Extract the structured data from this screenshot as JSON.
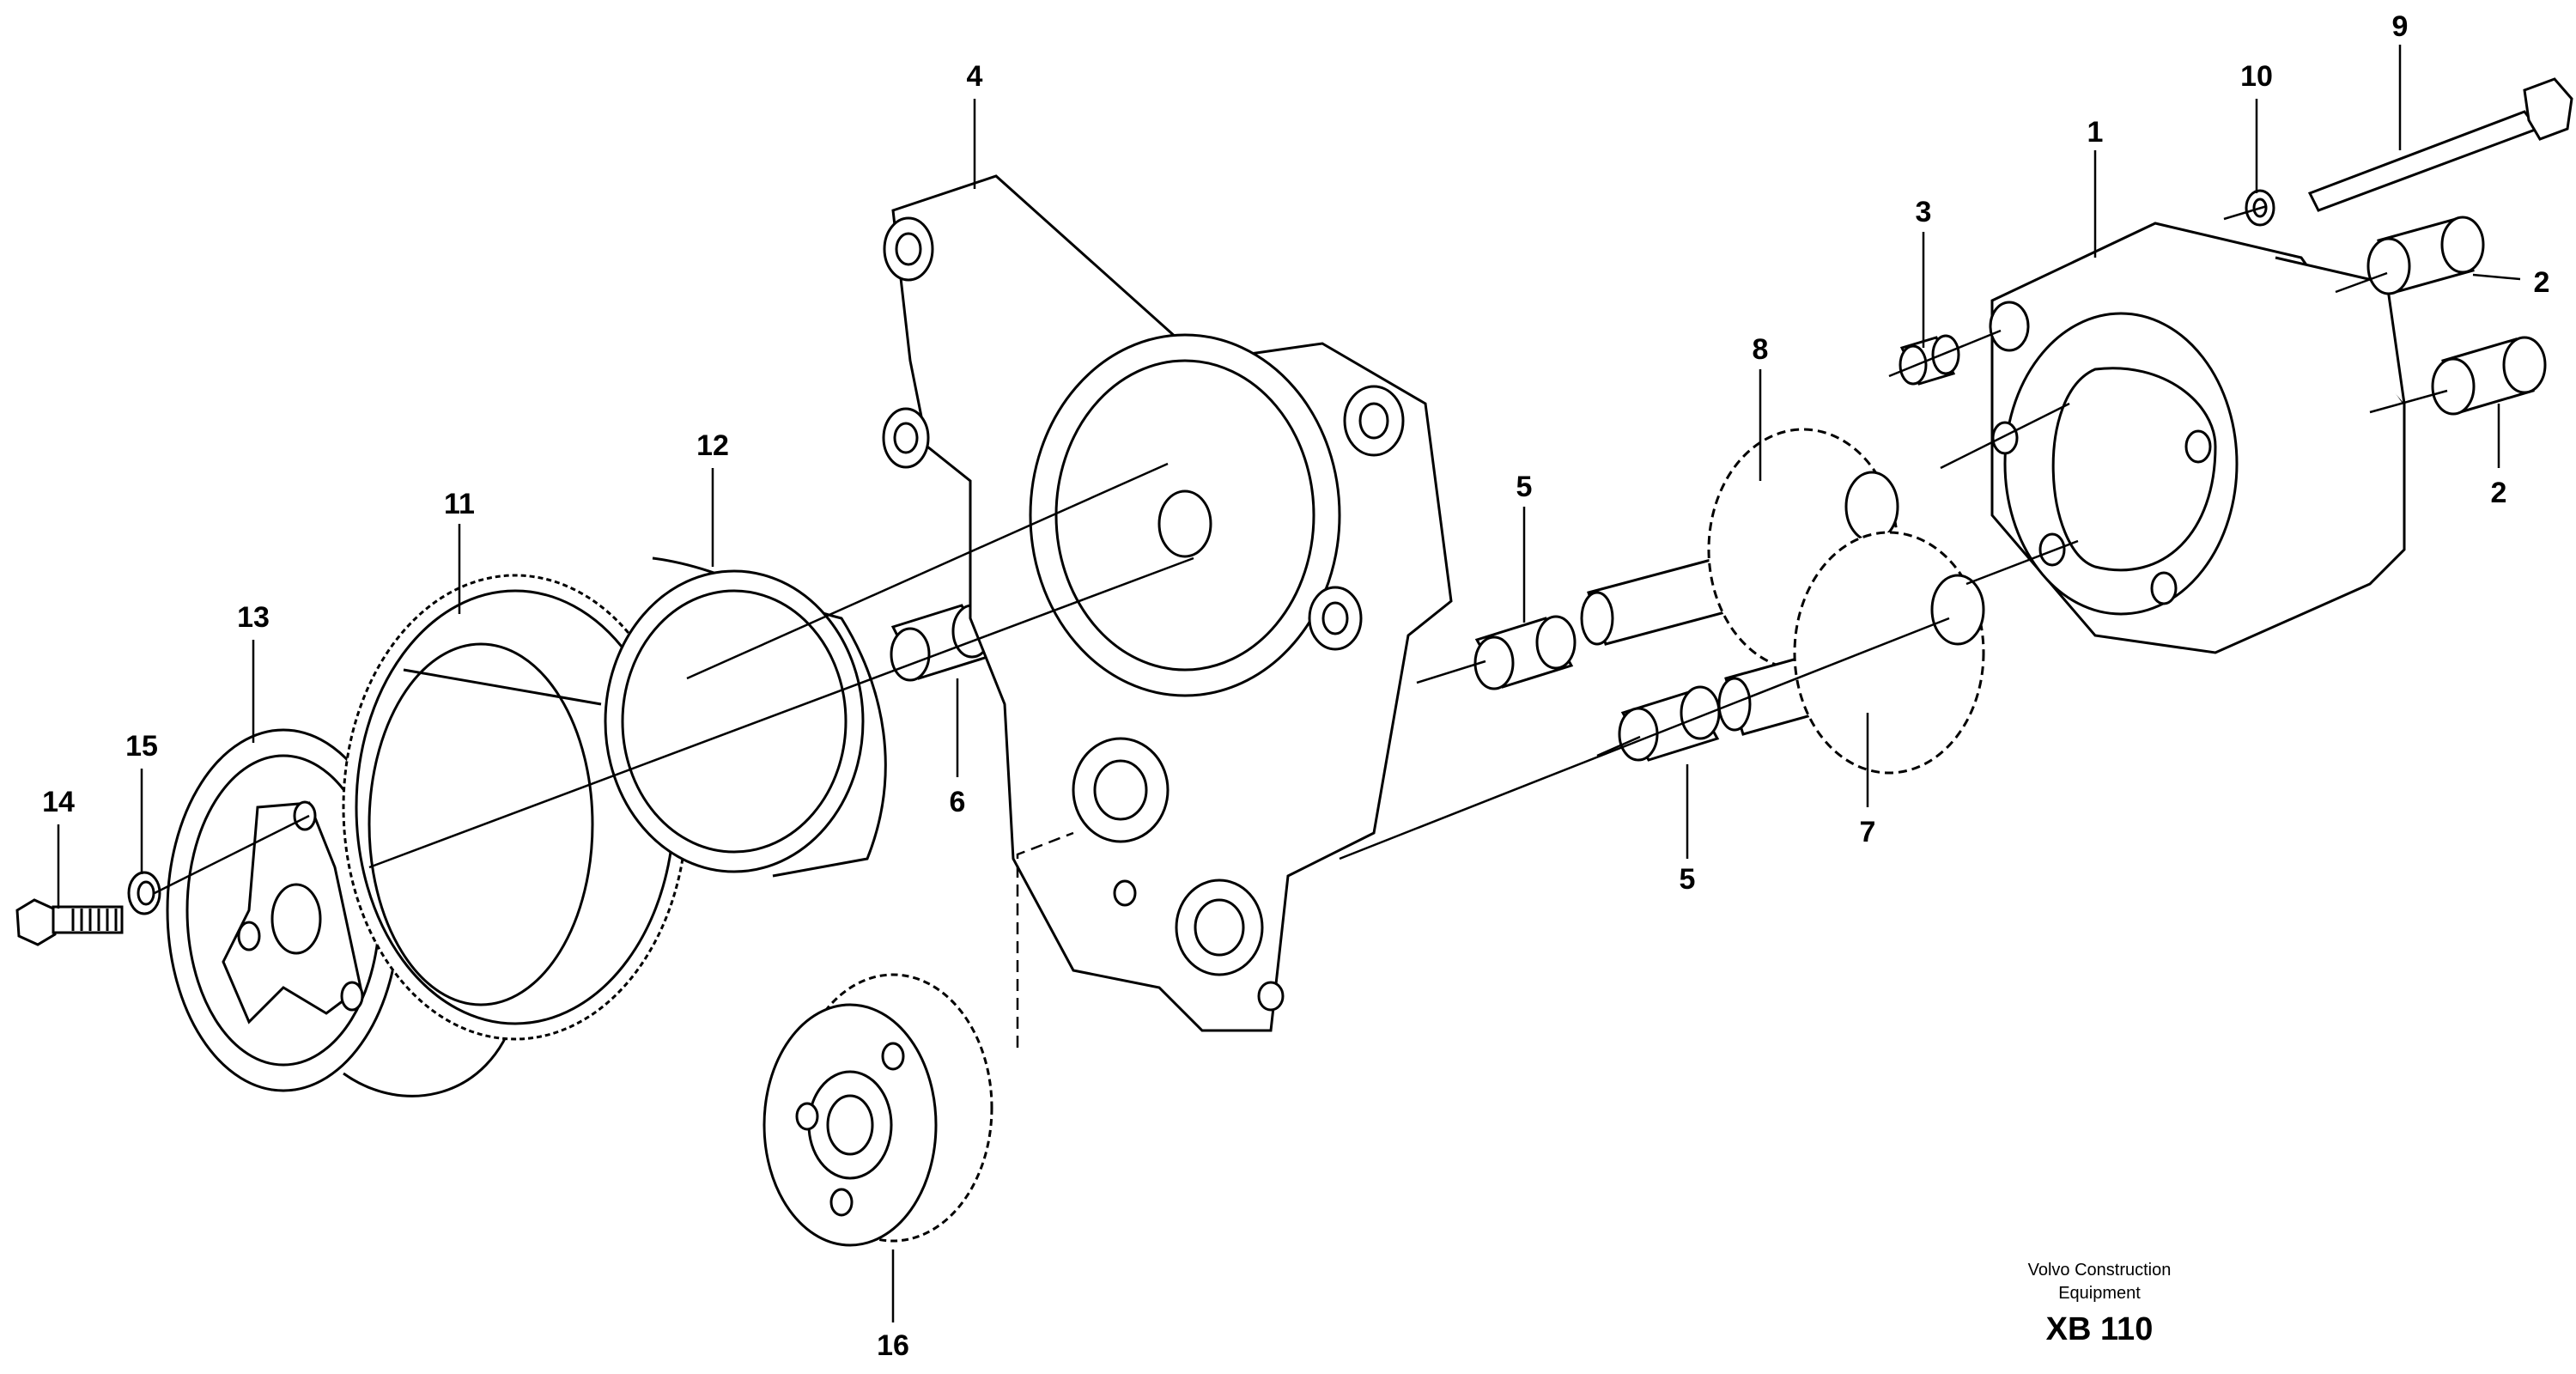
{
  "callouts": [
    {
      "id": "c1",
      "label": "1"
    },
    {
      "id": "c2a",
      "label": "2"
    },
    {
      "id": "c2b",
      "label": "2"
    },
    {
      "id": "c3",
      "label": "3"
    },
    {
      "id": "c4",
      "label": "4"
    },
    {
      "id": "c5a",
      "label": "5"
    },
    {
      "id": "c5b",
      "label": "5"
    },
    {
      "id": "c6",
      "label": "6"
    },
    {
      "id": "c7",
      "label": "7"
    },
    {
      "id": "c8",
      "label": "8"
    },
    {
      "id": "c9",
      "label": "9"
    },
    {
      "id": "c10",
      "label": "10"
    },
    {
      "id": "c11",
      "label": "11"
    },
    {
      "id": "c12",
      "label": "12"
    },
    {
      "id": "c13",
      "label": "13"
    },
    {
      "id": "c14",
      "label": "14"
    },
    {
      "id": "c15",
      "label": "15"
    },
    {
      "id": "c16",
      "label": "16"
    }
  ],
  "caption": {
    "line1": "Volvo Construction",
    "line2": "Equipment",
    "code": "XB 110"
  }
}
